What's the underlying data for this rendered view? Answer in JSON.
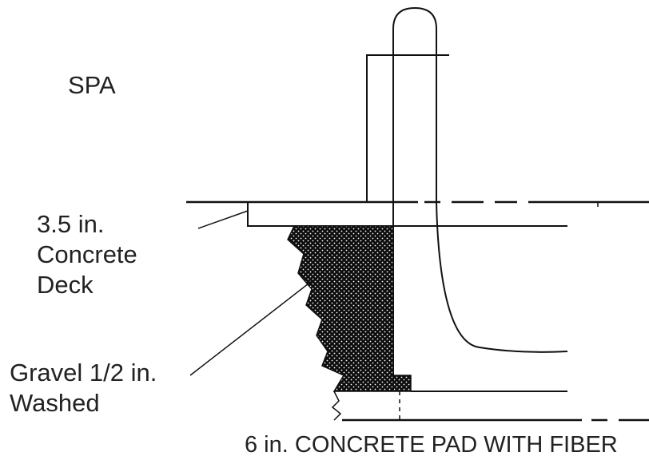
{
  "labels": {
    "spa": "SPA",
    "deck": [
      "3.5 in.",
      "Concrete",
      "Deck"
    ],
    "gravel": [
      "Gravel 1/2 in.",
      "Washed"
    ],
    "pad": "6 in. CONCRETE PAD WITH FIBER"
  },
  "colors": {
    "line": "#111111",
    "gravel_fill": "#0d0d0d",
    "gravel_dots": "#ffffff",
    "background": "#ffffff"
  }
}
